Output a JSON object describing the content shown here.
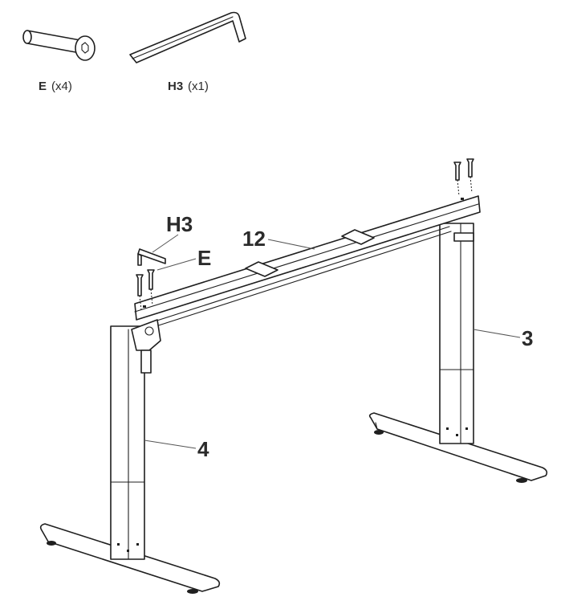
{
  "parts": [
    {
      "code": "E",
      "qty": "(x4)",
      "icon": "bolt-icon"
    },
    {
      "code": "H3",
      "qty": "(x1)",
      "icon": "hex-key-icon"
    }
  ],
  "callouts": {
    "hex_key": "H3",
    "bolt": "E",
    "crossbar": "12",
    "right_leg": "3",
    "left_leg": "4"
  }
}
